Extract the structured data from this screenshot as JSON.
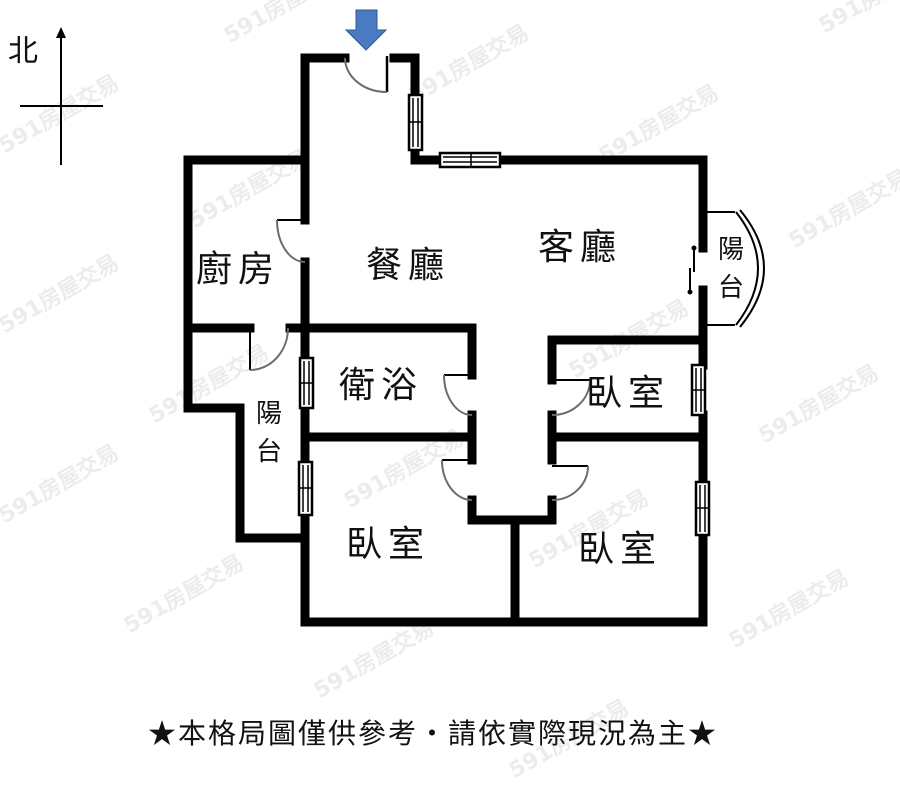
{
  "compass": {
    "north_label": "北",
    "icon": "north-arrow-icon"
  },
  "entrance": {
    "icon": "entrance-arrow-icon",
    "color": "#4a7bc0"
  },
  "rooms": {
    "kitchen": "廚房",
    "dining": "餐廳",
    "living": "客廳",
    "bathroom": "衛浴",
    "bedroom_ne": "臥室",
    "bedroom_sw": "臥室",
    "bedroom_se": "臥室",
    "balcony_east_line1": "陽",
    "balcony_east_line2": "台",
    "balcony_west_line1": "陽",
    "balcony_west_line2": "台"
  },
  "disclaimer": "★本格局圖僅供參考・請依實際現況為主★",
  "watermark": "591房屋交易",
  "colors": {
    "wall": "#000000",
    "door_arc": "#6b6b6b",
    "entrance_arrow": "#4a7bc0",
    "watermark": "#d0d0d0"
  }
}
